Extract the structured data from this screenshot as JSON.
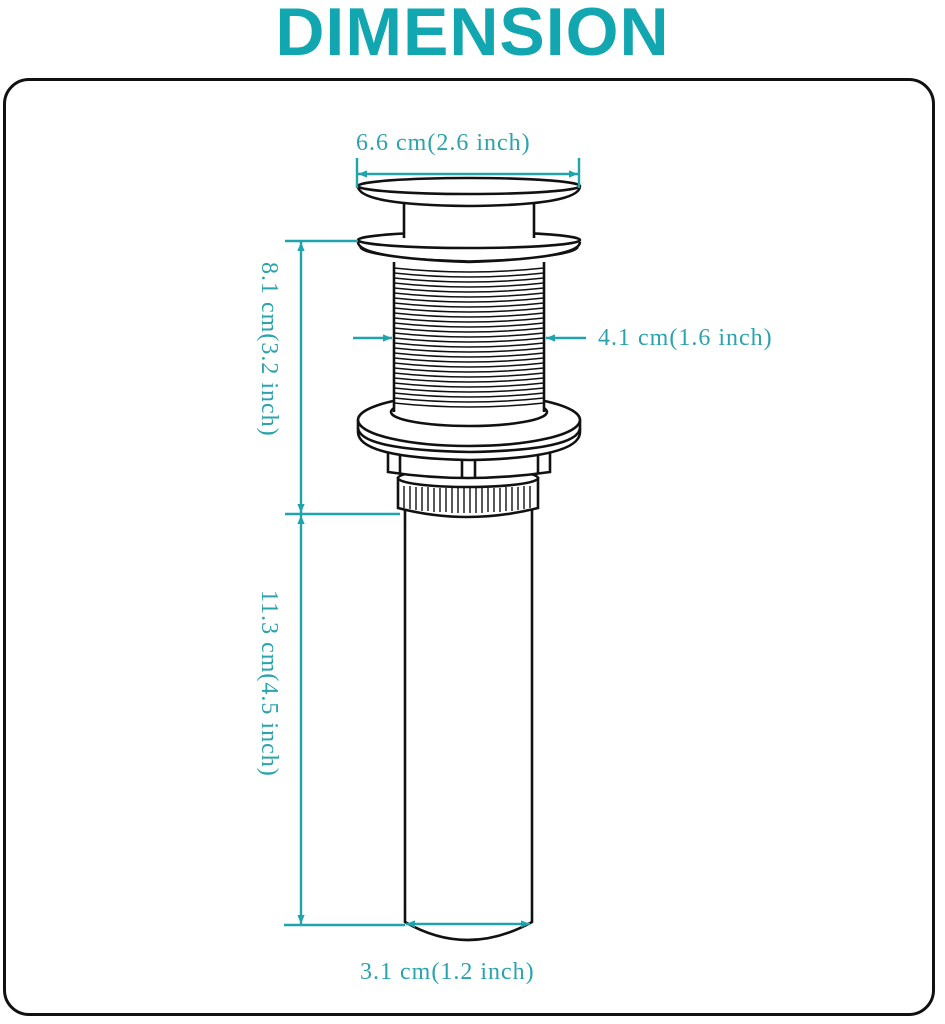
{
  "title": "DIMENSION",
  "colors": {
    "title": "#12a7b0",
    "dimension_lines": "#1fa3ad",
    "dimension_text": "#2aa3ac",
    "outline": "#111111",
    "background": "#ffffff"
  },
  "product": "pop-up sink drain (line drawing)",
  "dimensions": {
    "cap_diameter": {
      "label": "6.6 cm(2.6 inch)",
      "cm": 6.6,
      "inch": 2.6,
      "orientation": "horizontal"
    },
    "thread_diameter": {
      "label": "4.1 cm(1.6 inch)",
      "cm": 4.1,
      "inch": 1.6,
      "orientation": "horizontal"
    },
    "upper_height": {
      "label": "8.1 cm(3.2 inch)",
      "cm": 8.1,
      "inch": 3.2,
      "orientation": "vertical"
    },
    "tail_length": {
      "label": "11.3 cm(4.5 inch)",
      "cm": 11.3,
      "inch": 4.5,
      "orientation": "vertical"
    },
    "tail_diameter": {
      "label": "3.1 cm(1.2 inch)",
      "cm": 3.1,
      "inch": 1.2,
      "orientation": "horizontal"
    }
  }
}
